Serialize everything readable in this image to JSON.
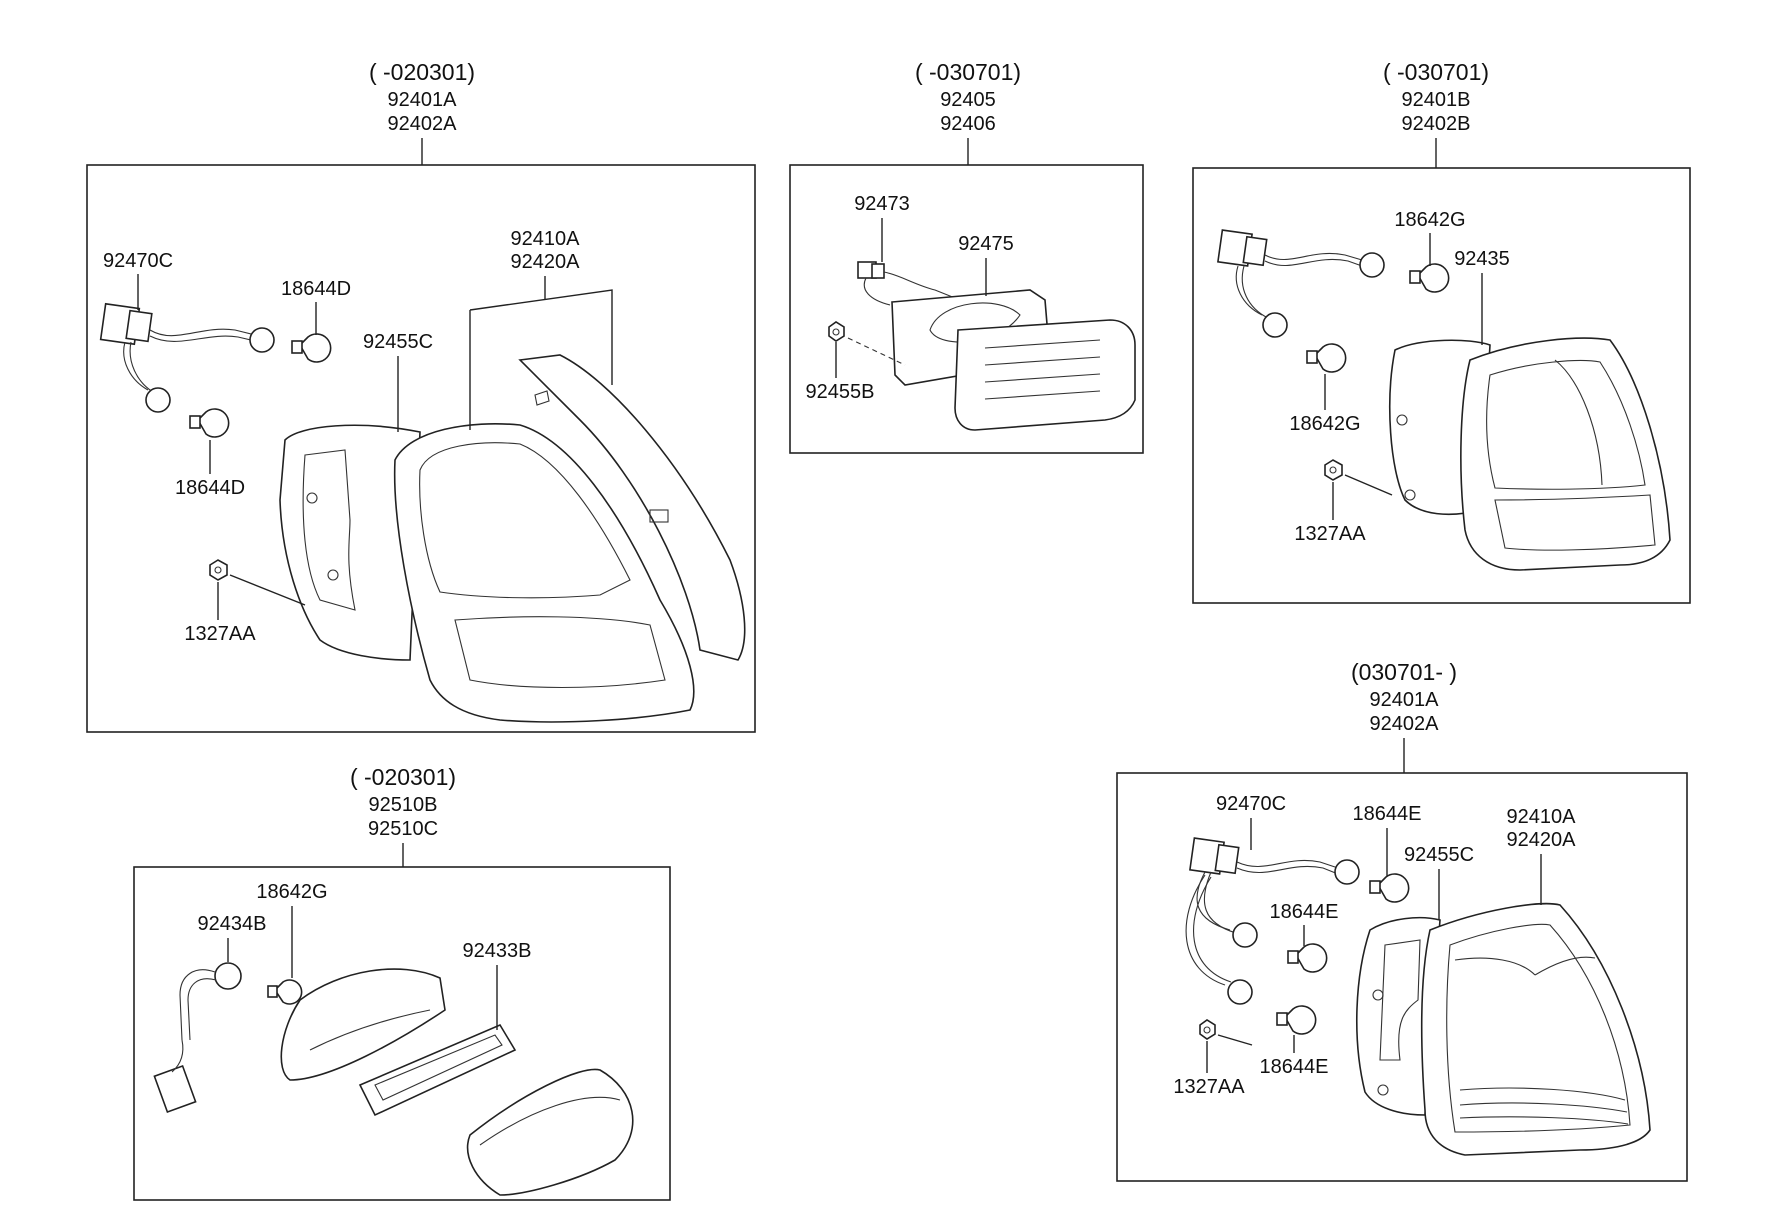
{
  "groups": [
    {
      "id": "g1",
      "range": "( -020301)",
      "parts": [
        "92401A",
        "92402A"
      ],
      "labels": {
        "harness": "92470C",
        "bulb_top": "18644D",
        "bulb_bottom": "18644D",
        "housing": "92455C",
        "lens": "92410A",
        "lens2": "92420A",
        "nut": "1327AA"
      }
    },
    {
      "id": "g2",
      "range": "( -030701)",
      "parts": [
        "92405",
        "92406"
      ],
      "labels": {
        "socket": "92473",
        "lamp": "92475",
        "nut": "92455B"
      }
    },
    {
      "id": "g3",
      "range": "( -030701)",
      "parts": [
        "92401B",
        "92402B"
      ],
      "labels": {
        "bulb_top": "18642G",
        "lens": "92435",
        "bulb_mid": "18642G",
        "nut": "1327AA"
      }
    },
    {
      "id": "g4",
      "range": "( -020301)",
      "parts": [
        "92510B",
        "92510C"
      ],
      "labels": {
        "bulb": "18642G",
        "socket": "92434B",
        "lens": "92433B"
      }
    },
    {
      "id": "g5",
      "range": "(030701- )",
      "parts": [
        "92401A",
        "92402A"
      ],
      "labels": {
        "harness": "92470C",
        "bulb_top": "18644E",
        "housing": "92455C",
        "lens": "92410A",
        "lens2": "92420A",
        "bulb_mid": "18644E",
        "nut": "1327AA",
        "bulb_bottom": "18644E"
      }
    }
  ]
}
